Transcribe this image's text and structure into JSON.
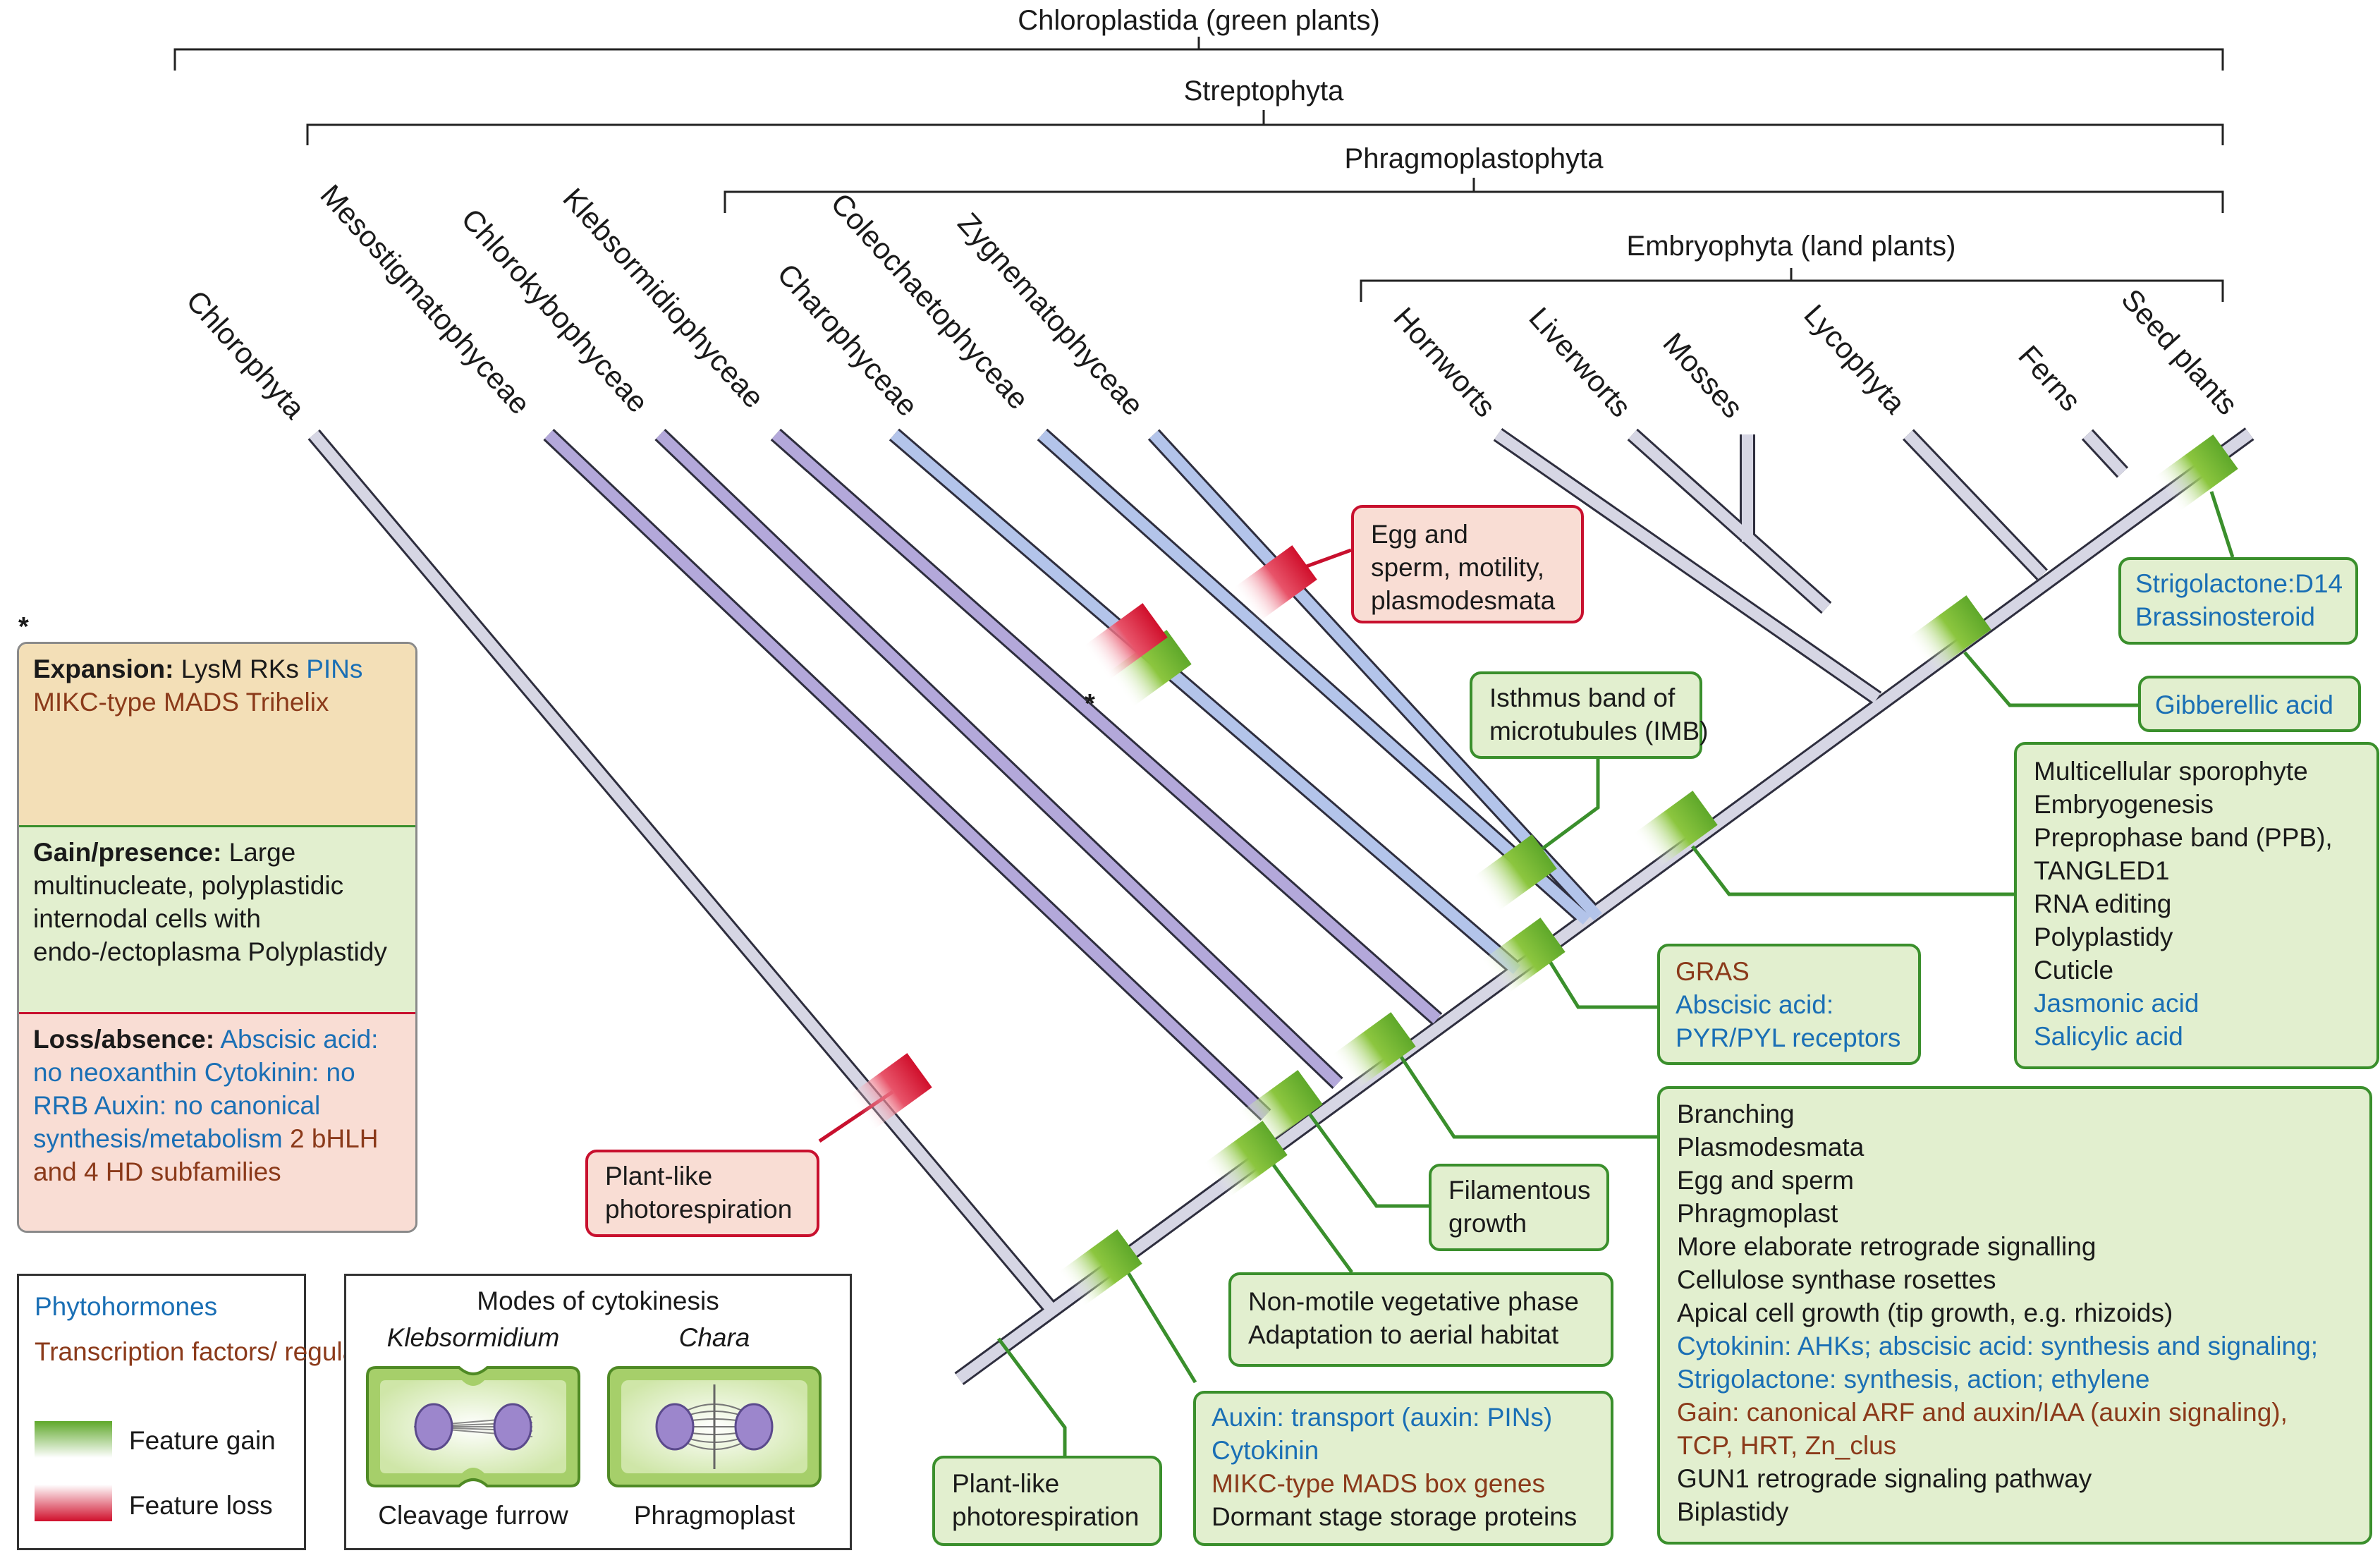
{
  "clades": {
    "chloroplastida": "Chloroplastida (green plants)",
    "streptophyta": "Streptophyta",
    "phragmoplastophyta": "Phragmoplastophyta",
    "embryophyta": "Embryophyta (land plants)"
  },
  "taxa": [
    "Chlorophyta",
    "Mesostigmatophyceae",
    "Chlorokybophyceae",
    "Klebsormidiophyceae",
    "Charophyceae",
    "Coleochaetophyceae",
    "Zygnematophyceae",
    "Hornworts",
    "Liverworts",
    "Mosses",
    "Lycophyta",
    "Ferns",
    "Seed plants"
  ],
  "asterisk": "*",
  "charophyceae_legend": {
    "asterisk": "*",
    "expansion_title": "Expansion:",
    "expansion": [
      {
        "text": "LysM RKs",
        "kind": "black"
      },
      {
        "text": "PINs",
        "kind": "blue"
      },
      {
        "text": "MIKC-type MADS",
        "kind": "brown"
      },
      {
        "text": "Trihelix",
        "kind": "brown"
      }
    ],
    "gain_title": "Gain/presence:",
    "gain": [
      "Large multinucleate,",
      "polyplastidic internodal",
      "cells with endo-/ectoplasma",
      "Polyplastidy"
    ],
    "loss_title": "Loss/absence:",
    "loss": [
      {
        "text": "Abscisic acid: no neoxanthin",
        "kind": "blue"
      },
      {
        "text": "Cytokinin: no RRB",
        "kind": "blue"
      },
      {
        "text": "Auxin: no canonical",
        "kind": "blue"
      },
      {
        "text": "synthesis/metabolism",
        "kind": "blue"
      },
      {
        "text": "2 bHLH and 4 HD subfamilies",
        "kind": "brown"
      }
    ]
  },
  "boxes": {
    "egg_sperm": [
      "Egg and",
      "sperm, motility,",
      "plasmodesmata"
    ],
    "strigolactone": [
      "Strigolactone:D14",
      "Brassinosteroid"
    ],
    "gibberellic": [
      "Gibberellic acid"
    ],
    "isthmus": [
      "Isthmus band of",
      "microtubules (IMB)"
    ],
    "multicellular": [
      {
        "text": "Multicellular sporophyte",
        "kind": "black"
      },
      {
        "text": "Embryogenesis",
        "kind": "black"
      },
      {
        "text": "Preprophase band (PPB),",
        "kind": "black"
      },
      {
        "text": "TANGLED1",
        "kind": "black"
      },
      {
        "text": "RNA editing",
        "kind": "black"
      },
      {
        "text": "Polyplastidy",
        "kind": "black"
      },
      {
        "text": "Cuticle",
        "kind": "black"
      },
      {
        "text": "Jasmonic acid",
        "kind": "blue"
      },
      {
        "text": "Salicylic acid",
        "kind": "blue"
      }
    ],
    "gras": [
      {
        "text": "GRAS",
        "kind": "brown"
      },
      {
        "text": "Abscisic acid:",
        "kind": "blue"
      },
      {
        "text": "PYR/PYL receptors",
        "kind": "blue"
      }
    ],
    "branching": [
      {
        "text": "Branching",
        "kind": "black"
      },
      {
        "text": "Plasmodesmata",
        "kind": "black"
      },
      {
        "text": "Egg and sperm",
        "kind": "black"
      },
      {
        "text": "Phragmoplast",
        "kind": "black"
      },
      {
        "text": "More elaborate retrograde signalling",
        "kind": "black"
      },
      {
        "text": "Cellulose synthase rosettes",
        "kind": "black"
      },
      {
        "text": "Apical cell growth (tip growth, e.g. rhizoids)",
        "kind": "black"
      },
      {
        "text": "Cytokinin: AHKs; abscisic acid: synthesis and signaling;",
        "kind": "blue"
      },
      {
        "text": "Strigolactone: synthesis, action; ethylene",
        "kind": "blue"
      },
      {
        "text": "Gain: canonical ARF and auxin/IAA (auxin signaling),",
        "kind": "brown"
      },
      {
        "text": "TCP, HRT, Zn_clus",
        "kind": "brown"
      },
      {
        "text": "GUN1 retrograde signaling pathway",
        "kind": "black"
      },
      {
        "text": "Biplastidy",
        "kind": "black"
      }
    ],
    "filamentous": [
      "Filamentous",
      "growth"
    ],
    "plantlike_red": [
      "Plant-like",
      "photorespiration"
    ],
    "nonmotile": [
      "Non-motile vegetative phase",
      "Adaptation to aerial habitat"
    ],
    "auxin": [
      {
        "text": "Auxin: transport (auxin: PINs)",
        "kind": "blue"
      },
      {
        "text": "Cytokinin",
        "kind": "blue"
      },
      {
        "text": "MIKC-type MADS box genes",
        "kind": "brown"
      },
      {
        "text": "Dormant stage storage proteins",
        "kind": "black"
      }
    ],
    "plantlike_green": [
      "Plant-like",
      "photorespiration"
    ]
  },
  "key": {
    "phytohormones": "Phytohormones",
    "tf_line1": "Transcription factors/",
    "tf_line2": "regulators",
    "gain": "Feature gain",
    "loss": "Feature loss"
  },
  "cytokinesis": {
    "title": "Modes of cytokinesis",
    "left_genus": "Klebsormidium",
    "right_genus": "Chara",
    "left_label": "Cleavage furrow",
    "right_label": "Phragmoplast"
  },
  "colors": {
    "accent_green": "#3a8f2c",
    "loss_red": "#c8102e",
    "phytohormone_blue": "#1a6fb5",
    "tf_brown": "#8b3a1a",
    "branch_grey": "#d6d6e4",
    "branch_purple": "#b3a8da",
    "branch_blue": "#b3c4ea"
  }
}
